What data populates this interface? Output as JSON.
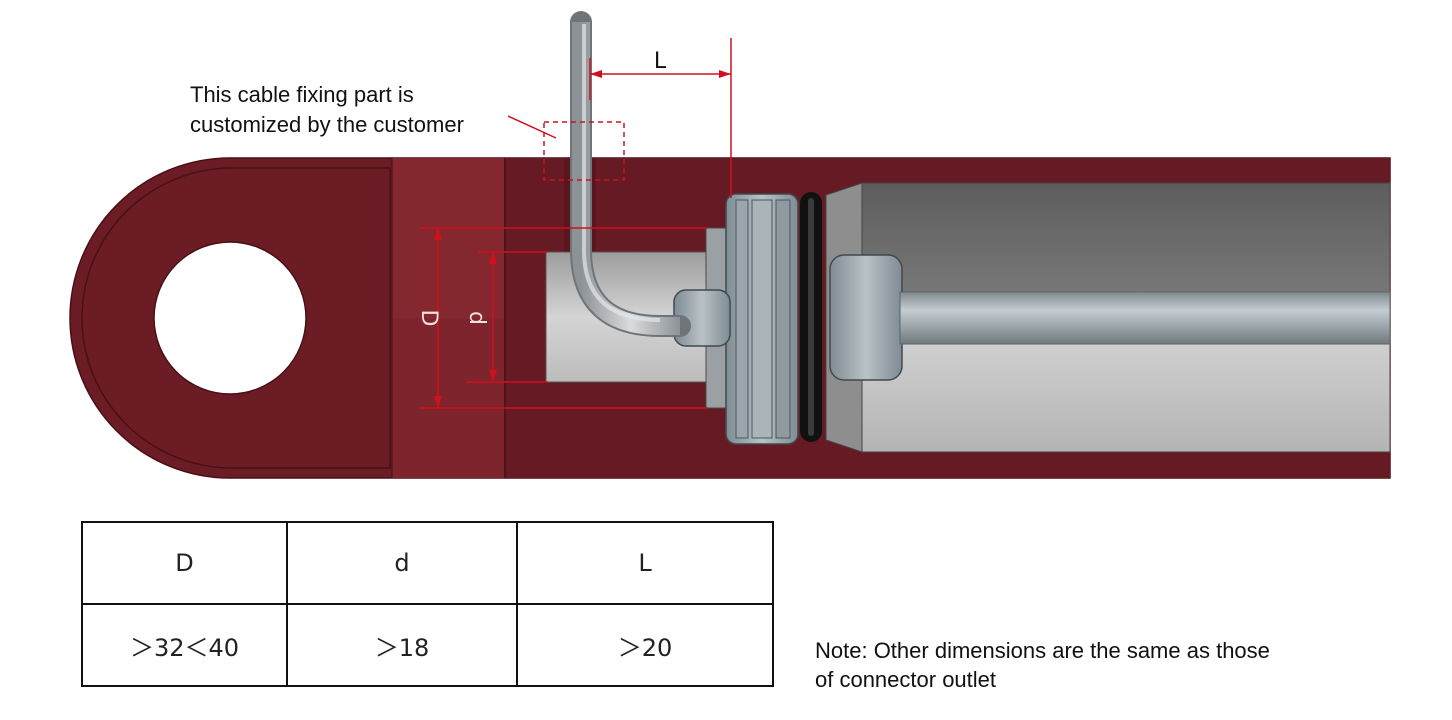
{
  "callout": {
    "line1": "This cable fixing part is",
    "line2": "customized by the customer"
  },
  "dimension_labels": {
    "length": "L",
    "outer_diameter": "D",
    "inner_diameter": "d"
  },
  "table": {
    "headers": [
      "D",
      "d",
      "L"
    ],
    "values": [
      "＞32＜40",
      "＞18",
      "＞20"
    ]
  },
  "note": {
    "line1": "Note: Other dimensions are the same as those",
    "line2": "of connector outlet"
  },
  "colors": {
    "body": "#6b1c25",
    "body_band": "#7d242c",
    "body_dark": "#5c1620",
    "dimension_line": "#d0101c",
    "steel": "#9ea3a8",
    "bore": "#6e6e6e",
    "oring": "#111111"
  }
}
